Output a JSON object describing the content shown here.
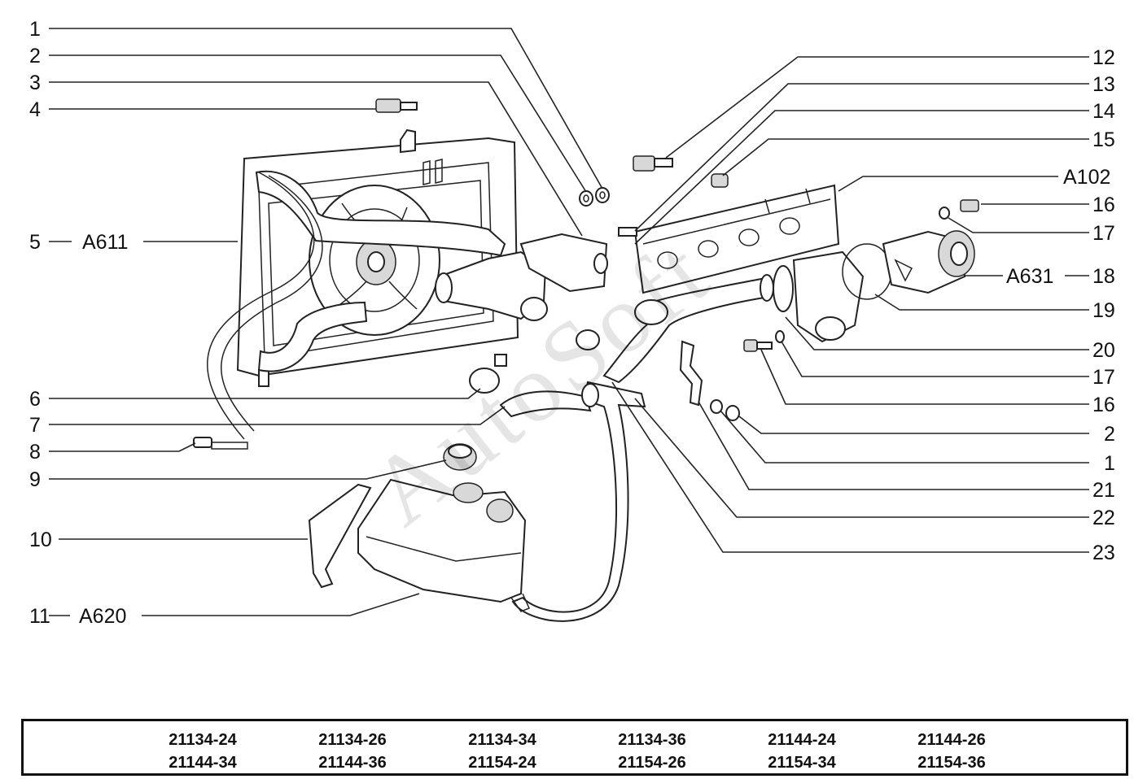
{
  "watermark": "AutoSoft",
  "callouts_left": [
    {
      "num": "1",
      "ref": ""
    },
    {
      "num": "2",
      "ref": ""
    },
    {
      "num": "3",
      "ref": ""
    },
    {
      "num": "4",
      "ref": ""
    },
    {
      "num": "5",
      "ref": "A611"
    },
    {
      "num": "6",
      "ref": ""
    },
    {
      "num": "7",
      "ref": ""
    },
    {
      "num": "8",
      "ref": ""
    },
    {
      "num": "9",
      "ref": ""
    },
    {
      "num": "10",
      "ref": ""
    },
    {
      "num": "11",
      "ref": "A620"
    }
  ],
  "callouts_right": [
    {
      "num": "12",
      "ref": ""
    },
    {
      "num": "13",
      "ref": ""
    },
    {
      "num": "14",
      "ref": ""
    },
    {
      "num": "15",
      "ref": ""
    },
    {
      "num": "",
      "ref": "A102"
    },
    {
      "num": "16",
      "ref": ""
    },
    {
      "num": "17",
      "ref": ""
    },
    {
      "num": "18",
      "ref": "A631"
    },
    {
      "num": "19",
      "ref": ""
    },
    {
      "num": "20",
      "ref": ""
    },
    {
      "num": "17",
      "ref": ""
    },
    {
      "num": "16",
      "ref": ""
    },
    {
      "num": "2",
      "ref": ""
    },
    {
      "num": "1",
      "ref": ""
    },
    {
      "num": "21",
      "ref": ""
    },
    {
      "num": "22",
      "ref": ""
    },
    {
      "num": "23",
      "ref": ""
    }
  ],
  "models": [
    [
      "21134-24",
      "21134-26",
      "21134-34",
      "21134-36",
      "21144-24",
      "21144-26"
    ],
    [
      "21144-34",
      "21144-36",
      "21154-24",
      "21154-26",
      "21154-34",
      "21154-36"
    ]
  ]
}
